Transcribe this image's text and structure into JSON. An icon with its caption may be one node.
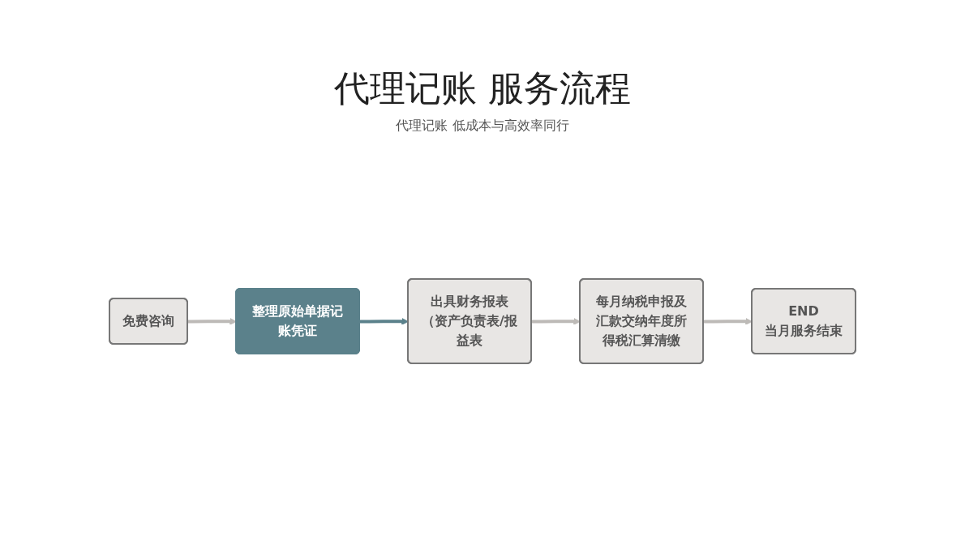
{
  "diagram": {
    "title": "代理记账 服务流程",
    "nodes": [
      {
        "text": [
          "免费咨询"
        ]
      },
      {
        "text": [
          "整理原始单据记账凭证"
        ]
      },
      {
        "text": [
          "出具财务报表（资产负责表/报益表"
        ]
      },
      {
        "text": [
          "每月纳税申报及汇款交纳年度所得税汇算清缴"
        ]
      },
      {
        "text": [
          "END",
          "当月服务结束"
        ]
      }
    ],
    "edges": [
      {
        "from": 0,
        "to": 1,
        "arrow": "to"
      },
      {
        "from": 1,
        "to": 2,
        "arrow": "to",
        "color": "#5b818b"
      },
      {
        "from": 2,
        "to": 3,
        "arrow": "to"
      },
      {
        "from": 3,
        "to": 4,
        "arrow": "to"
      }
    ],
    "labels": [
      "代理记账 低成本与高效率同行"
    ]
  }
}
